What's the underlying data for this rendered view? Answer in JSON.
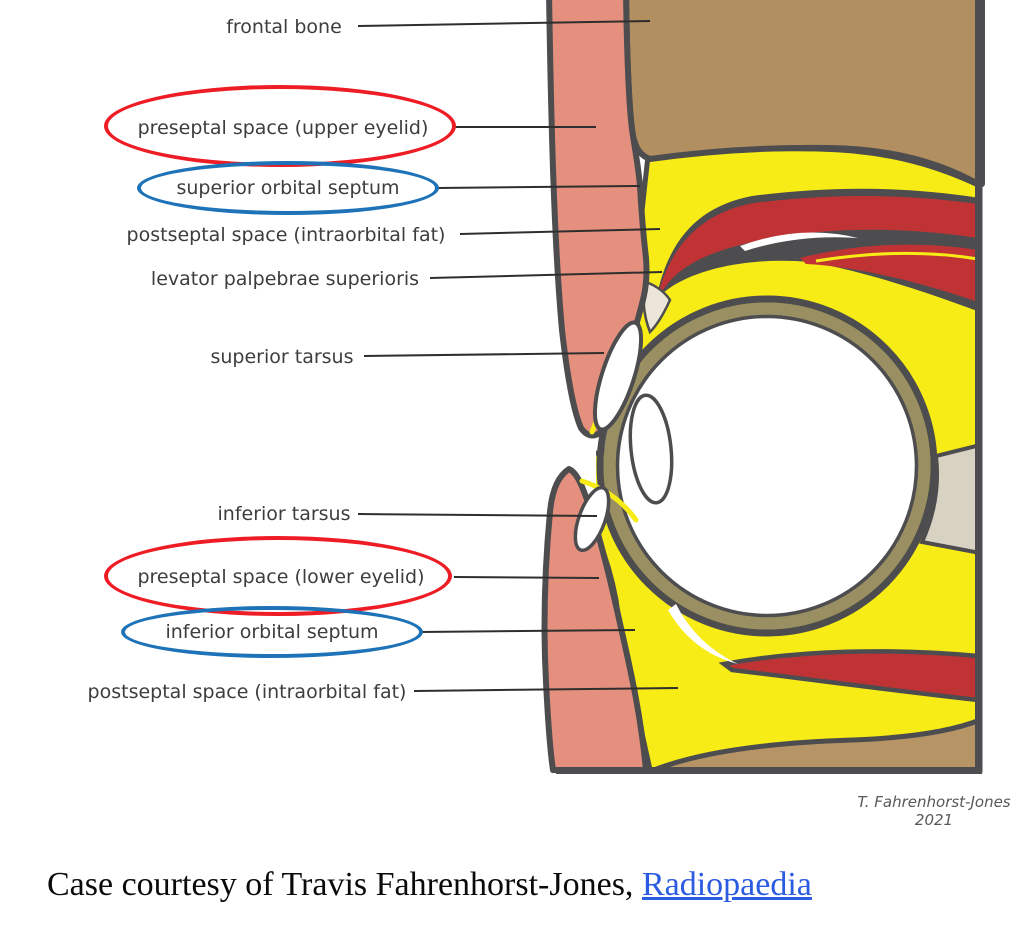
{
  "colors": {
    "annotation-red": "#ee1c24",
    "annotation-blue": "#1e72b8",
    "link-blue": "#2a5be0",
    "outline": "#4d4d4f",
    "bone": "#b28f60",
    "bone-lower": "#b79465",
    "skin": "#e5907e",
    "fat": "#f7ec15",
    "muscle": "#bf3335",
    "sclera": "#9a8e63",
    "optic-nerve": "#d8d2c2",
    "tendon": "#ece6d8",
    "label-text": "#3d3d3d"
  },
  "labels": {
    "frontal_bone": "frontal bone",
    "preseptal_upper": "preseptal space (upper eyelid)",
    "superior_septum": "superior orbital septum",
    "postseptal_upper": "postseptal space (intraorbital fat)",
    "levator": "levator palpebrae superioris",
    "superior_tarsus": "superior tarsus",
    "inferior_tarsus": "inferior tarsus",
    "preseptal_lower": "preseptal space (lower eyelid)",
    "inferior_septum": "inferior orbital septum",
    "postseptal_lower": "postseptal space (intraorbital fat)"
  },
  "credit": {
    "author": "T. Fahrenhorst-Jones",
    "year": "2021"
  },
  "caption": {
    "prefix": "Case courtesy of Travis Fahrenhorst-Jones, ",
    "link_text": "Radiopaedia"
  }
}
